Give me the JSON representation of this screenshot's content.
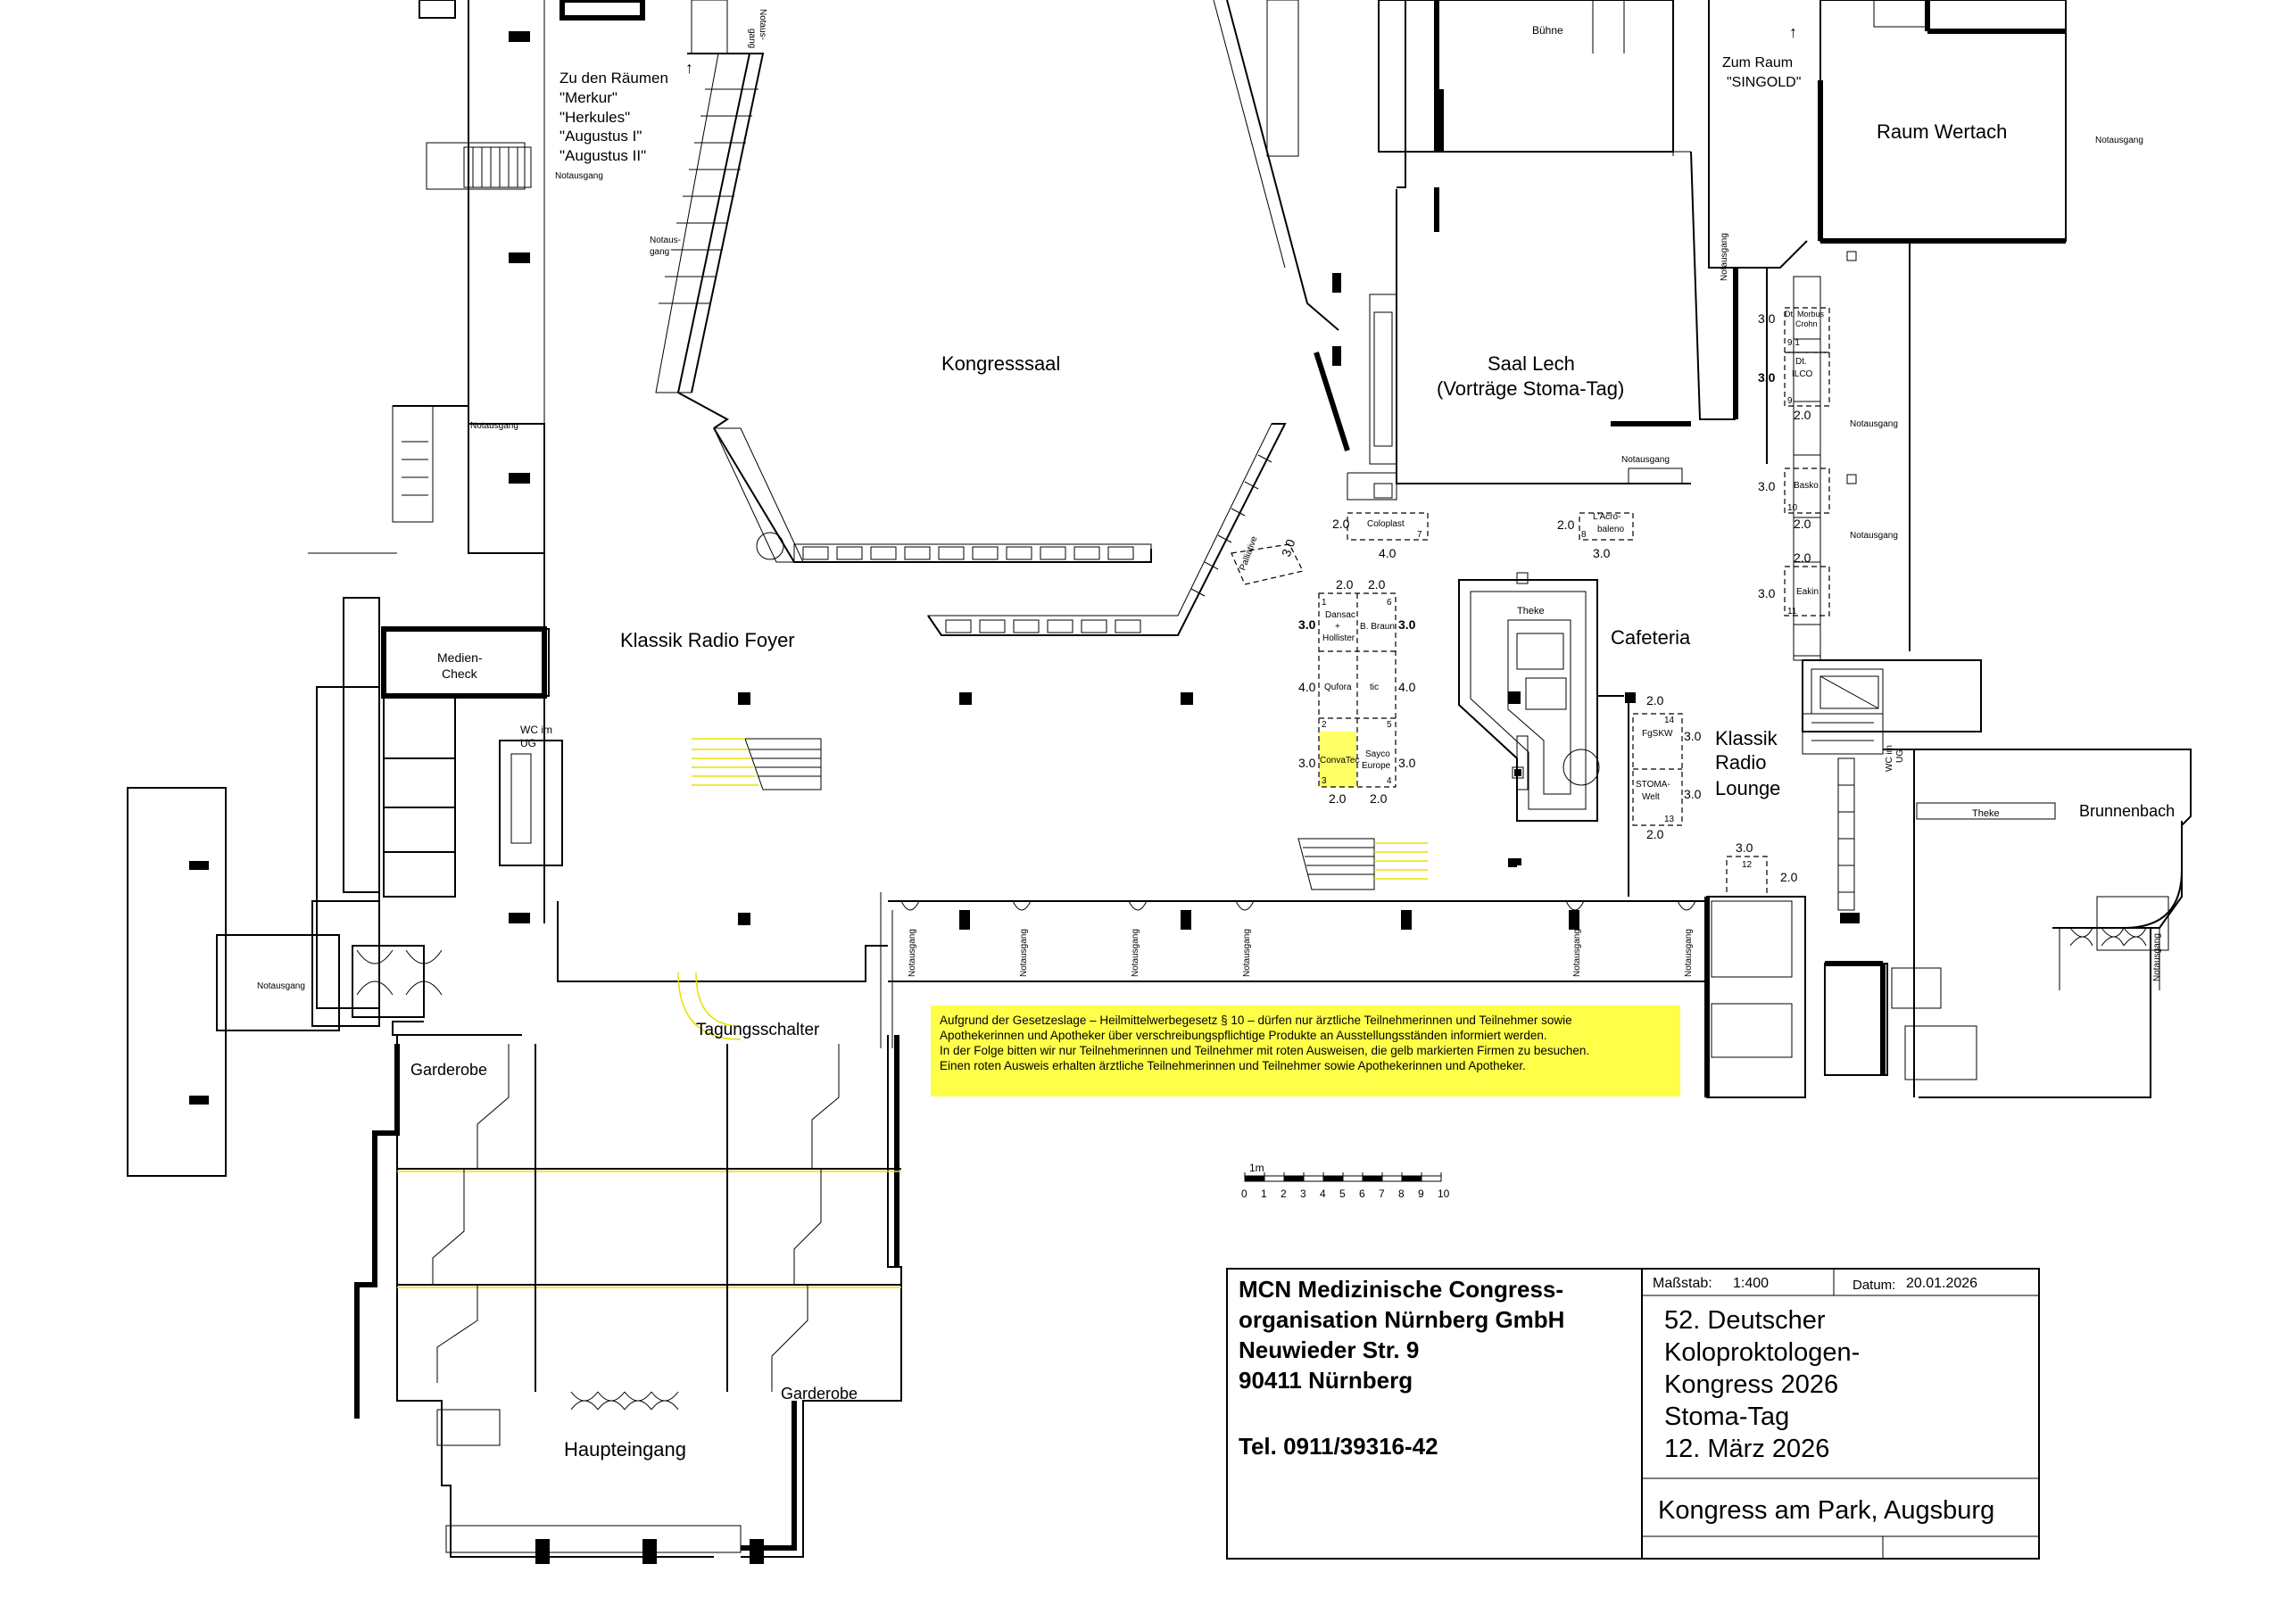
{
  "rooms": {
    "kongresssaal": "Kongresssaal",
    "klassik_radio_foyer": "Klassik Radio Foyer",
    "saal_lech_line1": "Saal Lech",
    "saal_lech_line2": "(Vorträge Stoma-Tag)",
    "buehne": "Bühne",
    "raum_wertach": "Raum Wertach",
    "cafeteria": "Cafeteria",
    "klassik_radio_lounge": [
      "Klassik",
      "Radio",
      "Lounge"
    ],
    "brunnenbach": "Brunnenbach",
    "tagungsschalter": "Tagungsschalter",
    "garderobe": "Garderobe",
    "haupteingang": "Haupteingang",
    "medien_check": [
      "Medien-",
      "Check"
    ],
    "wc_im_ug": [
      "WC im",
      "UG"
    ],
    "theke": "Theke",
    "zu_den_raeumen": [
      "Zu den Räumen",
      "\"Merkur\"",
      "\"Herkules\"",
      "\"Augustus I\"",
      "\"Augustus II\""
    ],
    "zum_raum": [
      "Zum Raum",
      "\"SINGOLD\""
    ],
    "wc_im_ug_right": [
      "WC im",
      "UG"
    ],
    "notausgang_split": [
      "Notaus-",
      "gang"
    ],
    "notausgang": "Notausgang"
  },
  "booths": {
    "coloplast": "Coloplast",
    "acrobaleno": [
      "L'Acro-",
      "baleno"
    ],
    "dansac_hollister": [
      "Dansac",
      "+",
      "Hollister"
    ],
    "b_braun": "B. Braun",
    "qufora": "Qufora",
    "tic": "tic",
    "convatec": "ConvaTec",
    "sayco_europe": [
      "Sayco",
      "Europe"
    ],
    "fgskw": "FgSKW",
    "stoma_welt": [
      "STOMA-",
      "Welt"
    ],
    "dt_morbus_crohn": [
      "Dt. Morbus",
      "Crohn"
    ],
    "dt_ilco": [
      "Dt.",
      "ILCO"
    ],
    "basko": "Basko",
    "eakin": "Eakin",
    "palliativ": "Palliative"
  },
  "booth_numbers": [
    "1",
    "2",
    "3",
    "4",
    "5",
    "6",
    "7",
    "8",
    "9",
    "9.1",
    "10",
    "11",
    "12",
    "13",
    "14"
  ],
  "dimensions": {
    "d20": "2.0",
    "d30": "3.0",
    "d40": "4.0"
  },
  "notice": [
    "Aufgrund der Gesetzeslage – Heilmittelwerbegesetz § 10 – dürfen nur ärztliche Teilnehmerinnen und Teilnehmer sowie",
    "Apothekerinnen und Apotheker über verschreibungspflichtige Produkte an Ausstellungsständen informiert werden.",
    "In der Folge bitten wir nur Teilnehmerinnen und Teilnehmer mit roten Ausweisen, die gelb markierten Firmen zu besuchen.",
    "Einen roten Ausweis erhalten ärztliche Teilnehmerinnen und Teilnehmer sowie Apothekerinnen und Apotheker."
  ],
  "scale_bar": {
    "unit_label": "1m",
    "ticks": [
      "0",
      "1",
      "2",
      "3",
      "4",
      "5",
      "6",
      "7",
      "8",
      "9",
      "10"
    ]
  },
  "title_block": {
    "company": [
      "MCN Medizinische Congress-",
      "organisation Nürnberg GmbH",
      "Neuwieder Str. 9",
      "90411 Nürnberg"
    ],
    "phone": "Tel. 0911/39316-42",
    "scale_label": "Maßstab:",
    "scale_value": "1:400",
    "date_label": "Datum:",
    "date_value": "20.01.2026",
    "event": [
      "52. Deutscher",
      "Koloproktologen-",
      "Kongress 2026",
      "Stoma-Tag",
      "12. März 2026"
    ],
    "venue": "Kongress am Park, Augsburg"
  },
  "colors": {
    "highlight_yellow": "#ffff4a",
    "booth_yellow": "#ffff66",
    "line": "#000000",
    "stair_yellow": "#e8e000"
  }
}
